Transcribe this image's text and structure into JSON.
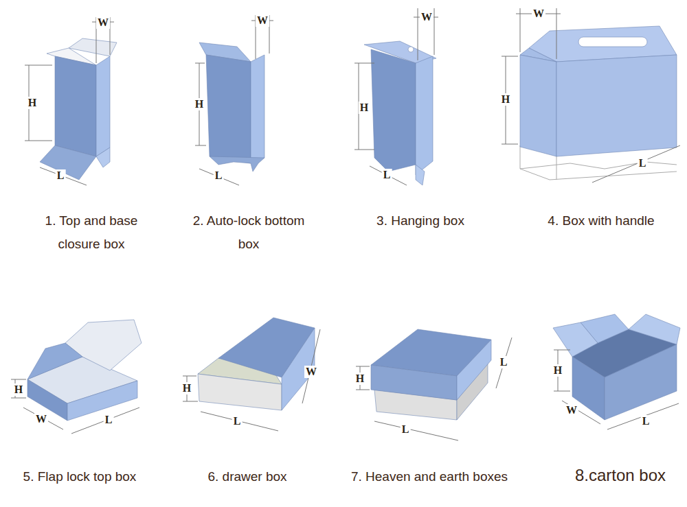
{
  "diagram": {
    "labels": [
      "W",
      "H",
      "L",
      "1. Top and base closure box",
      "W",
      "H",
      "L",
      "2. Auto-lock bottom box",
      "W",
      "H",
      "L",
      "3. Hanging box",
      "W",
      "H",
      "L",
      "4. Box with handle",
      "H",
      "W",
      "L",
      "5. Flap lock top box",
      "H",
      "W",
      "L",
      "6. drawer box",
      "H",
      "L",
      "L",
      "7. Heaven and earth boxes",
      "H",
      "W",
      "L",
      "8.carton box"
    ]
  }
}
